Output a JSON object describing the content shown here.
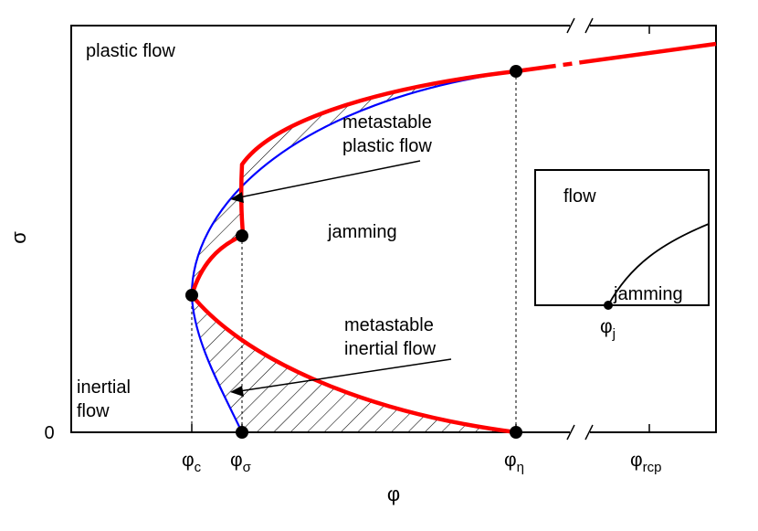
{
  "axes": {
    "y_label": "σ",
    "x_label": "φ",
    "y_zero": "0"
  },
  "x_ticks": {
    "phi_c": {
      "base": "φ",
      "sub": "c"
    },
    "phi_sigma": {
      "base": "φ",
      "sub": "σ"
    },
    "phi_eta": {
      "base": "φ",
      "sub": "η"
    },
    "phi_rcp": {
      "base": "φ",
      "sub": "rcp"
    }
  },
  "regions": {
    "plastic_flow": "plastic flow",
    "inertial_flow_1": "inertial",
    "inertial_flow_2": "flow",
    "jamming": "jamming",
    "metastable_plastic_1": "metastable",
    "metastable_plastic_2": "plastic flow",
    "metastable_inertial_1": "metastable",
    "metastable_inertial_2": "inertial flow"
  },
  "inset": {
    "flow": "flow",
    "jamming": "jamming",
    "tick": {
      "base": "φ",
      "sub": "j"
    }
  },
  "colors": {
    "stable_branch": "#ff0000",
    "metastable_boundary": "#0000ff",
    "line": "#000000"
  }
}
